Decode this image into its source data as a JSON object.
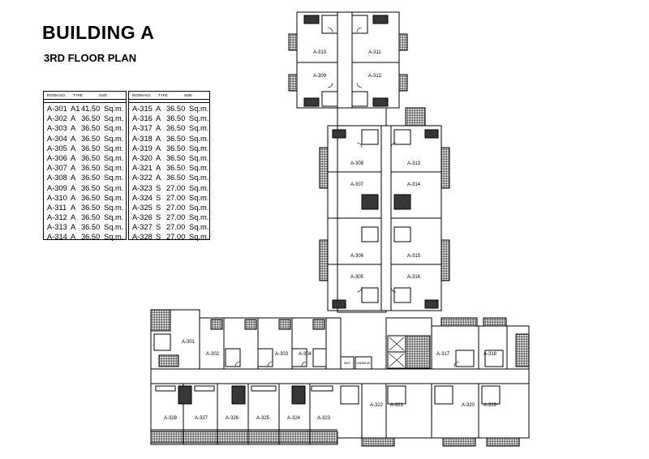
{
  "page": {
    "title": "BUILDING A",
    "subtitle": "3RD FLOOR PLAN"
  },
  "schedule": {
    "headers": {
      "room_no": "ROOM NO.",
      "type": "TYPE",
      "size": "SIZE"
    },
    "left_rows": [
      {
        "room": "A-301",
        "type": "A1",
        "size": "41.50",
        "unit": "Sq.m."
      },
      {
        "room": "A-302",
        "type": "A",
        "size": "36.50",
        "unit": "Sq.m."
      },
      {
        "room": "A-303",
        "type": "A",
        "size": "36.50",
        "unit": "Sq.m."
      },
      {
        "room": "A-304",
        "type": "A",
        "size": "36.50",
        "unit": "Sq.m."
      },
      {
        "room": "A-305",
        "type": "A",
        "size": "36.50",
        "unit": "Sq.m."
      },
      {
        "room": "A-306",
        "type": "A",
        "size": "36.50",
        "unit": "Sq.m."
      },
      {
        "room": "A-307",
        "type": "A",
        "size": "36.50",
        "unit": "Sq.m."
      },
      {
        "room": "A-308",
        "type": "A",
        "size": "36.50",
        "unit": "Sq.m."
      },
      {
        "room": "A-309",
        "type": "A",
        "size": "36.50",
        "unit": "Sq.m."
      },
      {
        "room": "A-310",
        "type": "A",
        "size": "36.50",
        "unit": "Sq.m."
      },
      {
        "room": "A-311",
        "type": "A",
        "size": "36.50",
        "unit": "Sq.m."
      },
      {
        "room": "A-312",
        "type": "A",
        "size": "36.50",
        "unit": "Sq.m."
      },
      {
        "room": "A-313",
        "type": "A",
        "size": "36.50",
        "unit": "Sq.m."
      },
      {
        "room": "A-314",
        "type": "A",
        "size": "36.50",
        "unit": "Sq.m."
      }
    ],
    "right_rows": [
      {
        "room": "A-315",
        "type": "A",
        "size": "36.50",
        "unit": "Sq.m."
      },
      {
        "room": "A-316",
        "type": "A",
        "size": "36.50",
        "unit": "Sq.m."
      },
      {
        "room": "A-317",
        "type": "A",
        "size": "36.50",
        "unit": "Sq.m."
      },
      {
        "room": "A-318",
        "type": "A",
        "size": "36.50",
        "unit": "Sq.m."
      },
      {
        "room": "A-319",
        "type": "A",
        "size": "36.50",
        "unit": "Sq.m."
      },
      {
        "room": "A-320",
        "type": "A",
        "size": "36.50",
        "unit": "Sq.m."
      },
      {
        "room": "A-321",
        "type": "A",
        "size": "36.50",
        "unit": "Sq.m."
      },
      {
        "room": "A-322",
        "type": "A",
        "size": "36.50",
        "unit": "Sq.m."
      },
      {
        "room": "A-323",
        "type": "S",
        "size": "27.00",
        "unit": "Sq.m."
      },
      {
        "room": "A-324",
        "type": "S",
        "size": "27.00",
        "unit": "Sq.m."
      },
      {
        "room": "A-325",
        "type": "S",
        "size": "27.00",
        "unit": "Sq.m."
      },
      {
        "room": "A-326",
        "type": "S",
        "size": "27.00",
        "unit": "Sq.m."
      },
      {
        "room": "A-327",
        "type": "S",
        "size": "27.00",
        "unit": "Sq.m."
      },
      {
        "room": "A-328",
        "type": "S",
        "size": "27.00",
        "unit": "Sq.m."
      }
    ]
  },
  "plan": {
    "room_labels": {
      "a301": "A-301",
      "a302": "A-302",
      "a303": "A-303",
      "a304": "A-304",
      "a305": "A-305",
      "a306": "A-306",
      "a307": "A-307",
      "a308": "A-308",
      "a309": "A-309",
      "a310": "A-310",
      "a311": "A-311",
      "a312": "A-312",
      "a313": "A-313",
      "a314": "A-314",
      "a315": "A-315",
      "a316": "A-316",
      "a317": "A-317",
      "a318": "A-318",
      "a319": "A-319",
      "a320": "A-320",
      "a321": "A-321",
      "a322": "A-322",
      "a323": "A-323",
      "a324": "A-324",
      "a325": "A-325",
      "a326": "A-326",
      "a327": "A-327",
      "a328": "A-328"
    },
    "service_labels": {
      "mdf": "MDF",
      "garbage": "GARBAGE"
    }
  }
}
